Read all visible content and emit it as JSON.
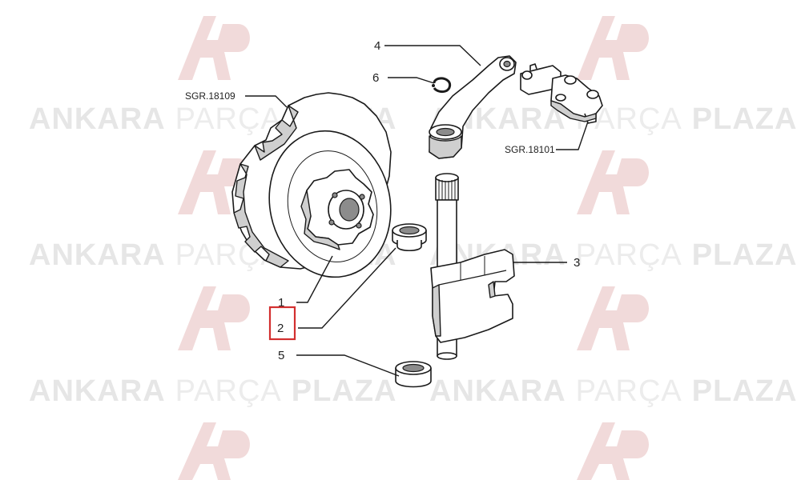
{
  "watermark": {
    "word1": "ANKARA",
    "word2": "PARÇA",
    "word3": "PLAZA",
    "logo": "AP",
    "color": "#e6e6e6",
    "logo_color": "#f2dede"
  },
  "callouts": {
    "c1": "1",
    "c2": "2",
    "c3": "3",
    "c4": "4",
    "c5": "5",
    "c6": "6",
    "ref_left": "SGR.18109",
    "ref_right": "SGR.18101"
  },
  "highlight": {
    "target": "2",
    "color": "#d32f2f"
  }
}
